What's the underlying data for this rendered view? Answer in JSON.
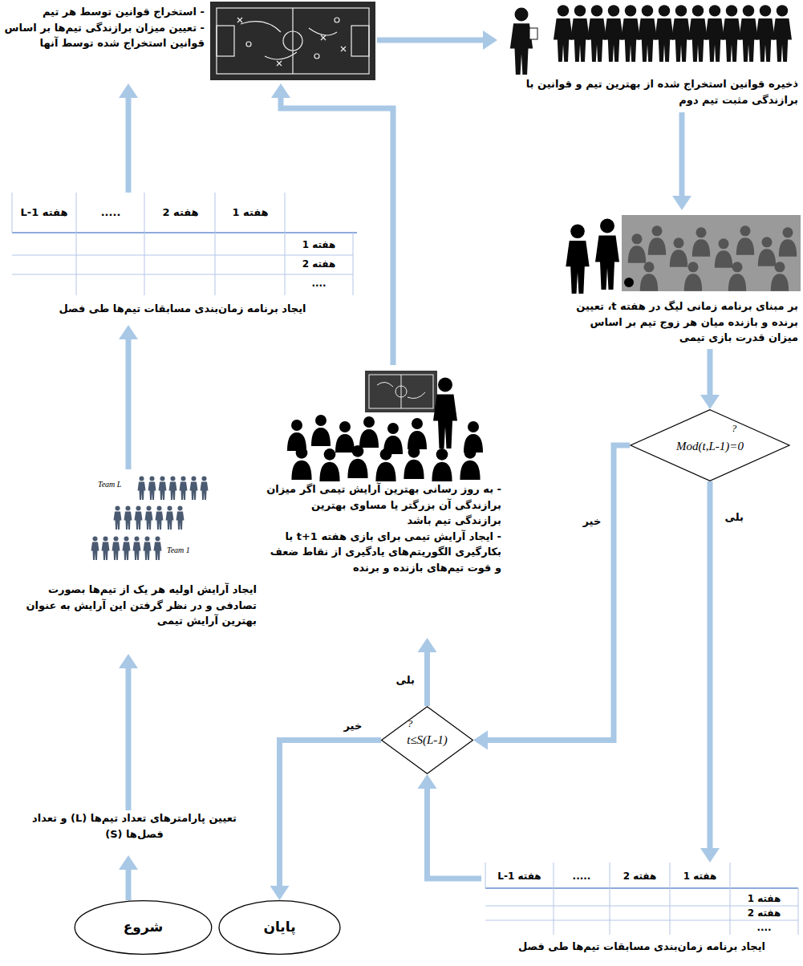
{
  "diagram": {
    "nodes": [
      {
        "text": [
          "شروع"
        ]
      },
      {
        "text": [
          "تعیین پارامترهای تعداد تیم‌ها (L) و تعداد فصل‌ها (S)"
        ]
      },
      {
        "text": [
          "ایجاد آرایش اولیه هر یک از تیم‌ها بصورت تصادفی و در نظر گرفتن این آرایش به عنوان بهترین آرایش تیمی"
        ]
      },
      {
        "text": [
          "هفته 1",
          "هفته 2",
          ".....",
          "هفته L-1",
          "هفته 1",
          "هفته 2",
          "....",
          "ایجاد برنامه زمان‌بندی مسابقات تیم‌ها طی فصل"
        ]
      },
      {
        "text": [
          "- استخراج قوانین توسط هر تیم",
          "- تعیین میزان برازندگی تیم‌ها بر اساس قوانین استخراج شده توسط آنها"
        ]
      },
      {
        "text": [
          "ذخیره قوانین استخراج شده از بهترین تیم و قوانین با برازندگی مثبت تیم دوم"
        ]
      },
      {
        "text": [
          "بر مبنای برنامه زمانی لیگ در هفته t، تعیین برنده و بازنده میان هر زوج تیم بر اساس میزان قدرت بازی تیمی"
        ]
      },
      {
        "text": [
          "Mod(t,L-1)=0",
          "?"
        ]
      },
      {
        "text": [
          "هفته 1",
          "هفته 2",
          ".....",
          "هفته L-1",
          "هفته 1",
          "هفته 2",
          "....",
          "ایجاد برنامه زمان‌بندی مسابقات تیم‌ها طی فصل"
        ]
      },
      {
        "text": [
          "t≤S(L-1)",
          "?"
        ]
      },
      {
        "text": [
          "- به روز رسانی بهترین آرایش تیمی اگر میزان برازندگی آن بزرگتر یا مساوی بهترین برازندگی تیم باشد",
          "- ایجاد آرایش تیمی برای بازی هفته t+1 با بکارگیری الگوریتم‌های یادگیری از نقاط ضعف و قوت تیم‌های بازنده و برنده"
        ]
      },
      {
        "text": [
          "پایان"
        ]
      }
    ],
    "edges": [
      {
        "from": 0,
        "to": 1,
        "arrow": "to"
      },
      {
        "from": 1,
        "to": 2,
        "arrow": "to"
      },
      {
        "from": 2,
        "to": 3,
        "arrow": "to"
      },
      {
        "from": 3,
        "to": 4,
        "arrow": "to"
      },
      {
        "from": 4,
        "to": 5,
        "arrow": "to"
      },
      {
        "from": 5,
        "to": 6,
        "arrow": "to"
      },
      {
        "from": 6,
        "to": 7,
        "arrow": "to"
      },
      {
        "from": 7,
        "to": 8,
        "label": "بلی",
        "arrow": "to"
      },
      {
        "from": 7,
        "to": 9,
        "label": "خیر",
        "arrow": "to"
      },
      {
        "from": 8,
        "to": 9,
        "arrow": "to"
      },
      {
        "from": 9,
        "to": 10,
        "label": "بلی",
        "arrow": "to"
      },
      {
        "from": 9,
        "to": 11,
        "label": "خیر",
        "arrow": "to"
      },
      {
        "from": 10,
        "to": 4,
        "arrow": "to"
      }
    ],
    "labels": [
      "Team L",
      "Team 1"
    ]
  }
}
